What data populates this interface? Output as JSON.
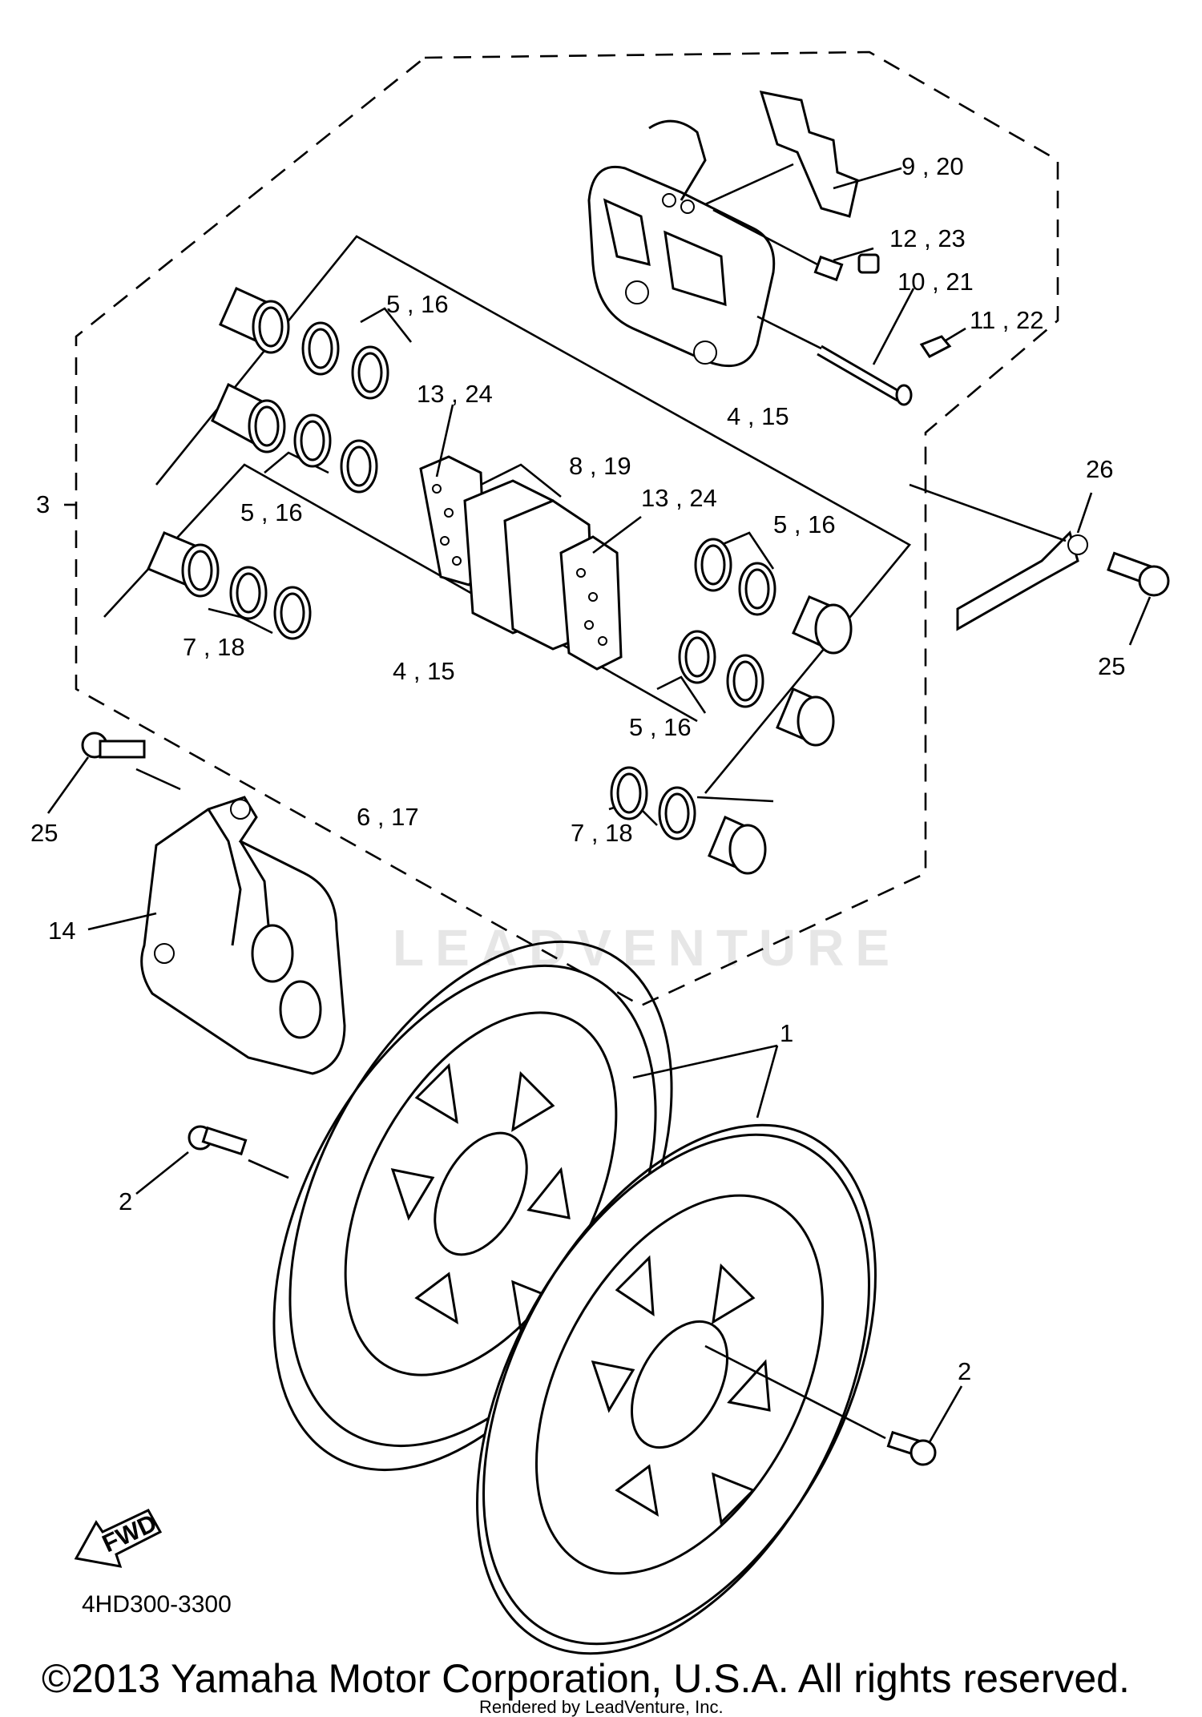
{
  "labels": {
    "l_9_20": "9 , 20",
    "l_12_23": "12 , 23",
    "l_10_21": "10 , 21",
    "l_11_22": "11 , 22",
    "l_5_16_a": "5 , 16",
    "l_13_24_a": "13 , 24",
    "l_4_15_a": "4 , 15",
    "l_8_19": "8 , 19",
    "l_3": "3",
    "l_26": "26",
    "l_5_16_b": "5 , 16",
    "l_13_24_b": "13 , 24",
    "l_5_16_c": "5 , 16",
    "l_7_18_a": "7 , 18",
    "l_4_15_b": "4 , 15",
    "l_25_a": "25",
    "l_5_16_d": "5 , 16",
    "l_25_b": "25",
    "l_6_17": "6 , 17",
    "l_7_18_b": "7 , 18",
    "l_14": "14",
    "l_1": "1",
    "l_2_a": "2",
    "l_2_b": "2"
  },
  "watermark": "LEADVENTURE",
  "fwd_label": "FWD",
  "diagram_code": "4HD300-3300",
  "copyright": "©2013 Yamaha Motor Corporation, U.S.A. All rights reserved.",
  "rendered_by": "Rendered by LeadVenture, Inc."
}
